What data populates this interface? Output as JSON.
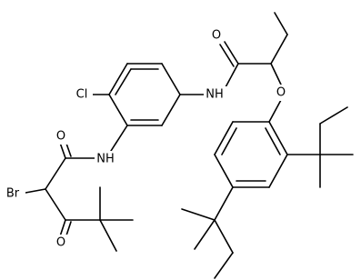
{
  "atom_labels": {
    "chlorine": "Cl",
    "bromine": "Br",
    "amide_nh_upper": "NH",
    "amide_nh_lower": "NH",
    "amide_o_upper": "O",
    "amide_o_lower": "O",
    "ketone_o": "O",
    "ether_o": "O"
  },
  "colors": {
    "bond": "#000000",
    "text": "#000000",
    "background": "#ffffff"
  }
}
